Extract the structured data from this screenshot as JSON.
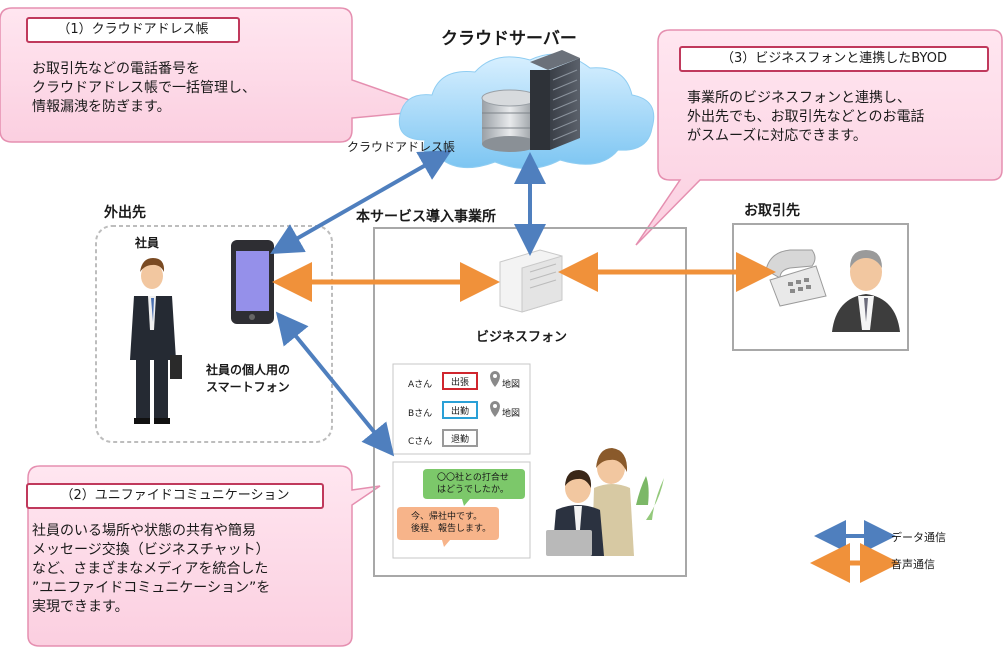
{
  "callout1": {
    "title": "（1）クラウドアドレス帳",
    "lines": [
      "お取引先などの電話番号を",
      "クラウドアドレス帳で一括管理し、",
      "情報漏洩を防ぎます。"
    ]
  },
  "callout2": {
    "title": "（2）ユニファイドコミュニケーション",
    "lines": [
      "社員のいる場所や状態の共有や簡易",
      "メッセージ交換（ビジネスチャット）",
      "など、さまざまなメディアを統合した",
      "”ユニファイドコミュニケーション”を",
      "実現できます。"
    ]
  },
  "callout3": {
    "title": "（3）ビジネスフォンと連携したBYOD",
    "lines": [
      "事業所のビジネスフォンと連携し、",
      "外出先でも、お取引先などとのお電話",
      "がスムーズに対応できます。"
    ]
  },
  "cloud": {
    "server_label": "クラウドサーバー",
    "address_book_label": "クラウドアドレス帳"
  },
  "outside": {
    "title": "外出先",
    "employee_label": "社員",
    "phone_label": [
      "社員の個人用の",
      "スマートフォン"
    ]
  },
  "office": {
    "title": "本サービス導入事業所",
    "business_phone_label": "ビジネスフォン"
  },
  "client": {
    "title": "お取引先"
  },
  "presence": {
    "rows": [
      {
        "name": "Aさん",
        "status": "出張",
        "color": "#d0262e",
        "map": "地図"
      },
      {
        "name": "Bさん",
        "status": "出勤",
        "color": "#2aa0d6",
        "map": "地図"
      },
      {
        "name": "Cさん",
        "status": "退勤",
        "color": "#9a9a9a"
      }
    ]
  },
  "chat": {
    "message1": [
      "〇〇社との打合せ",
      "はどうでしたか。"
    ],
    "message2": [
      "今、帰社中です。",
      "後程、報告します。"
    ]
  },
  "legend": {
    "data_label": "データ通信",
    "voice_label": "音声通信",
    "data_color": "#4f7fbe",
    "voice_color": "#f0913a"
  }
}
